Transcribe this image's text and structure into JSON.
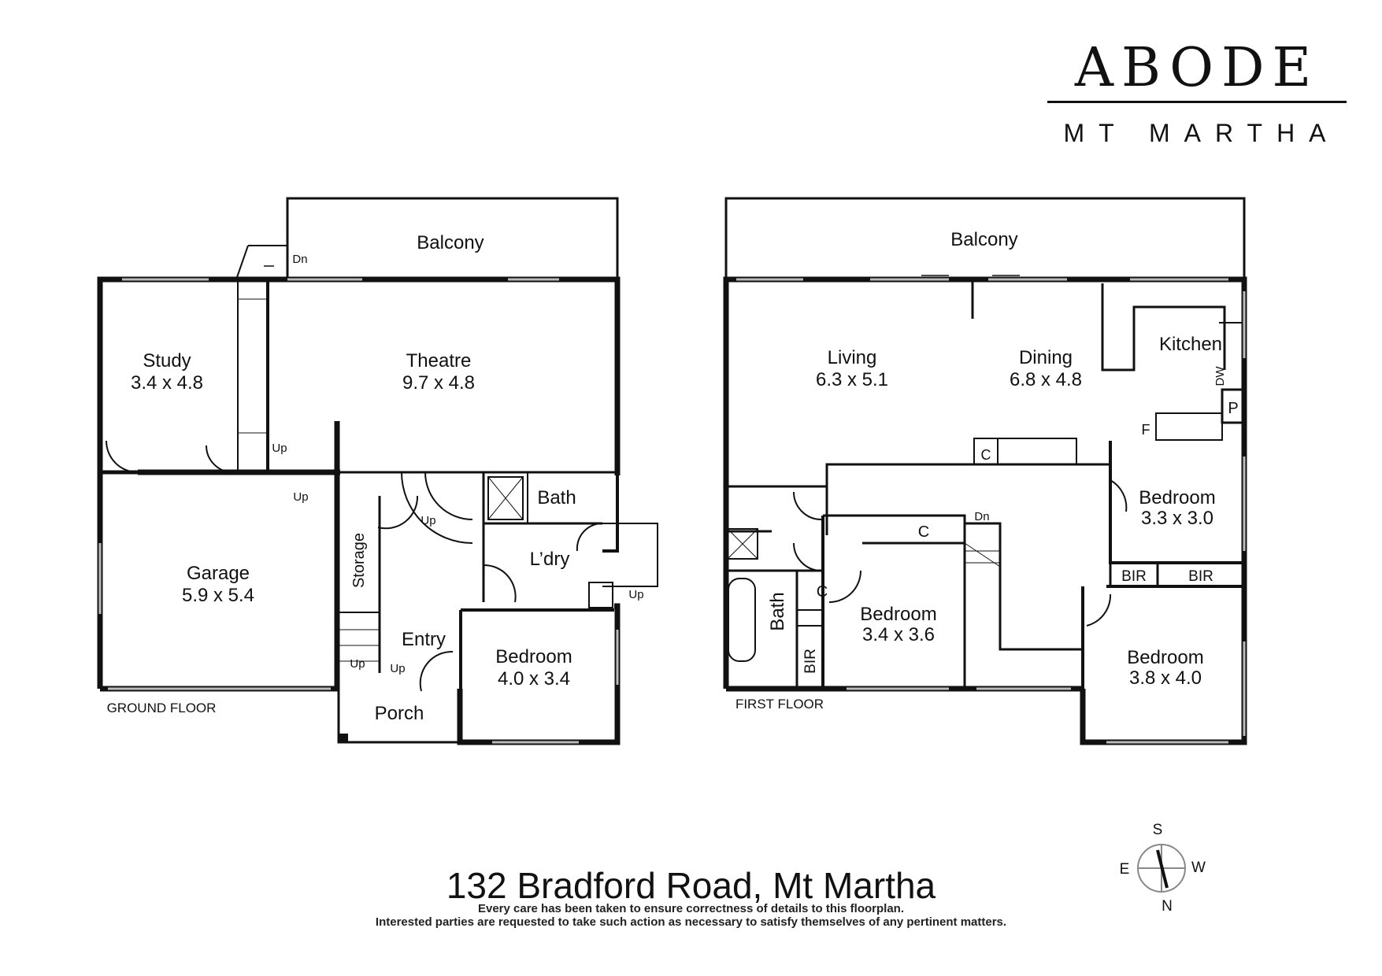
{
  "brand": {
    "name": "ABODE",
    "location": "MT MARTHA"
  },
  "ground_floor": {
    "label": "GROUND FLOOR",
    "rooms": {
      "balcony": {
        "name": "Balcony"
      },
      "study": {
        "name": "Study",
        "dims": "3.4 x 4.8"
      },
      "theatre": {
        "name": "Theatre",
        "dims": "9.7 x 4.8"
      },
      "garage": {
        "name": "Garage",
        "dims": "5.9 x 5.4"
      },
      "storage": {
        "name": "Storage"
      },
      "bath": {
        "name": "Bath"
      },
      "laundry": {
        "name": "L’dry"
      },
      "entry": {
        "name": "Entry"
      },
      "bedroom": {
        "name": "Bedroom",
        "dims": "4.0 x 3.4"
      },
      "porch": {
        "name": "Porch"
      }
    },
    "stairs": {
      "dn": "Dn",
      "up": "Up"
    }
  },
  "first_floor": {
    "label": "FIRST FLOOR",
    "rooms": {
      "balcony": {
        "name": "Balcony"
      },
      "living": {
        "name": "Living",
        "dims": "6.3 x 5.1"
      },
      "dining": {
        "name": "Dining",
        "dims": "6.8 x 4.8"
      },
      "kitchen": {
        "name": "Kitchen"
      },
      "dw": "DW",
      "pantry": "P",
      "fridge": "F",
      "cupboard": "C",
      "bedroom_1": {
        "name": "Bedroom",
        "dims": "3.3 x 3.0"
      },
      "bedroom_2": {
        "name": "Bedroom",
        "dims": "3.4 x 3.6"
      },
      "bedroom_3": {
        "name": "Bedroom",
        "dims": "3.8 x 4.0"
      },
      "bir": "BIR",
      "bath": {
        "name": "Bath"
      }
    },
    "stairs": {
      "dn": "Dn"
    }
  },
  "compass": {
    "s": "S",
    "w": "W",
    "e": "E",
    "n": "N"
  },
  "address": "132 Bradford Road, Mt Martha",
  "disclaimer": {
    "line1": "Every care has been taken to ensure correctness of details to this floorplan.",
    "line2": "Interested parties are requested to take such action as necessary to satisfy themselves of any pertinent matters."
  }
}
